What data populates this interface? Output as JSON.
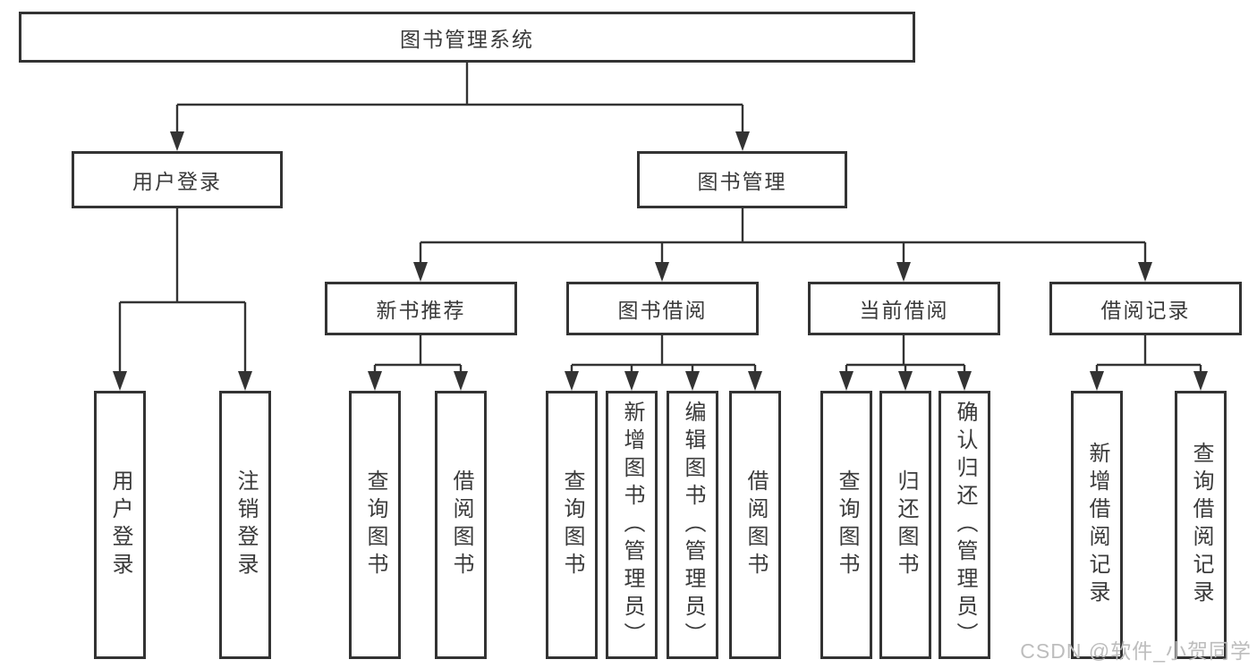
{
  "diagram": {
    "root": {
      "label": "图书管理系统",
      "children": [
        {
          "label": "用户登录",
          "children": [
            {
              "label": "用户登录"
            },
            {
              "label": "注销登录"
            }
          ]
        },
        {
          "label": "图书管理",
          "children": [
            {
              "label": "新书推荐",
              "children": [
                {
                  "label": "查询图书"
                },
                {
                  "label": "借阅图书"
                }
              ]
            },
            {
              "label": "图书借阅",
              "children": [
                {
                  "label": "查询图书"
                },
                {
                  "label": "新增图书（管理员）"
                },
                {
                  "label": "编辑图书（管理员）"
                },
                {
                  "label": "借阅图书"
                }
              ]
            },
            {
              "label": "当前借阅",
              "children": [
                {
                  "label": "查询图书"
                },
                {
                  "label": "归还图书"
                },
                {
                  "label": "确认归还（管理员）"
                }
              ]
            },
            {
              "label": "借阅记录",
              "children": [
                {
                  "label": "新增借阅记录"
                },
                {
                  "label": "查询借阅记录"
                }
              ]
            }
          ]
        }
      ]
    }
  },
  "watermark": {
    "text": "CSDN @软件_小贺同学"
  },
  "colors": {
    "line": "#333333",
    "box_border": "#333333",
    "text": "#3a3a3a",
    "background": "#ffffff",
    "watermark": "#bdbdbd"
  }
}
